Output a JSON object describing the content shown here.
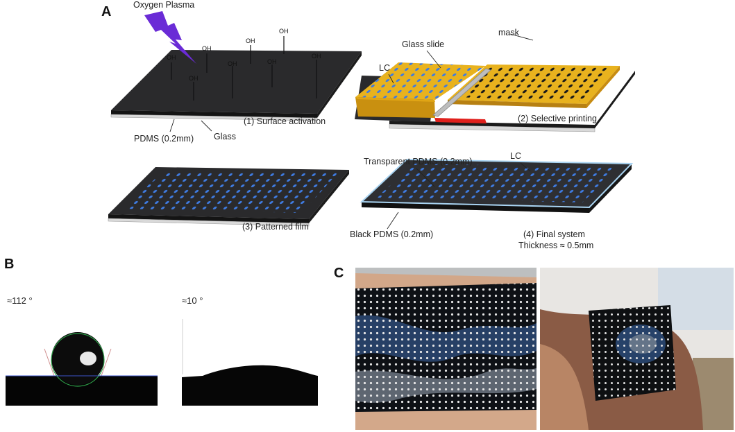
{
  "panels": {
    "a": "A",
    "b": "B",
    "c": "C"
  },
  "panel_a": {
    "plasma_label": "Oxygen Plasma",
    "oh_label": "OH",
    "step1": "(1) Surface activation",
    "step2": "(2) Selective printing",
    "step3": "(3) Patterned film",
    "step4": "(4) Final system",
    "thickness": "Thickness ≈ 0.5mm",
    "pdms": "PDMS (0.2mm)",
    "glass": "Glass",
    "glass_slide": "Glass slide",
    "mask": "mask",
    "lc": "LC",
    "transparent_pdms": "Transparent PDMS (0.2mm)",
    "black_pdms": "Black PDMS (0.2mm)"
  },
  "panel_b": {
    "angle_left": "≈112 °",
    "angle_right": "≈10 °"
  },
  "colors": {
    "film": "#2a2a2c",
    "mask_yellow": "#e8b21e",
    "dot_blue": "#3f7be0",
    "plasma_purple": "#6a2bd6",
    "squeegee_red": "#e0201c",
    "transparent_edge": "#a9d4f2"
  }
}
